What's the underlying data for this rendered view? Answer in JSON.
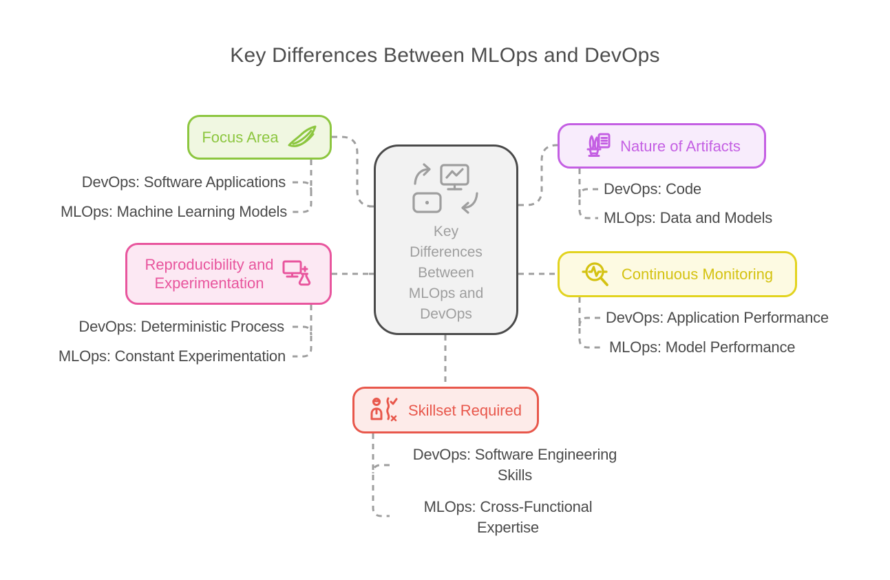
{
  "title": "Key Differences Between MLOps and DevOps",
  "center": {
    "label": "Key\nDifferences\nBetween\nMLOps and\nDevOps",
    "icons": [
      "curved-arrow-right-icon",
      "monitor-chart-icon",
      "card-dot-icon",
      "curved-arrow-return-icon"
    ],
    "border_color": "#4a4a4a",
    "background": "#f2f2f2",
    "text_color": "#9e9e9e"
  },
  "connector_color": "#9e9e9e",
  "text_color": "#4a4a4a",
  "branches": [
    {
      "label": "Focus Area",
      "icon": "book-pages-icon",
      "color": "#8cc63f",
      "background": "#f0f7e1",
      "children": [
        "DevOps: Software Applications",
        "MLOps: Machine Learning Models"
      ]
    },
    {
      "label": "Nature of Artifacts",
      "icon": "sculpture-document-icon",
      "color": "#c45fe3",
      "background": "#f8ecfc",
      "children": [
        "DevOps: Code",
        "MLOps: Data and Models"
      ]
    },
    {
      "label": "Reproducibility and\nExperimentation",
      "icon": "monitor-flask-icon",
      "color": "#e8559d",
      "background": "#fce8f3",
      "children": [
        "DevOps: Deterministic Process",
        "MLOps: Constant Experimentation"
      ]
    },
    {
      "label": "Continuous Monitoring",
      "icon": "magnifier-pulse-icon",
      "color": "#d4c211",
      "background": "#fdfae2",
      "children": [
        "DevOps: Application Performance",
        "MLOps: Model Performance"
      ]
    },
    {
      "label": "Skillset Required",
      "icon": "person-decision-icon",
      "color": "#e8574b",
      "background": "#fdebe9",
      "children": [
        "DevOps: Software Engineering\nSkills",
        "MLOps: Cross-Functional\nExpertise"
      ]
    }
  ]
}
